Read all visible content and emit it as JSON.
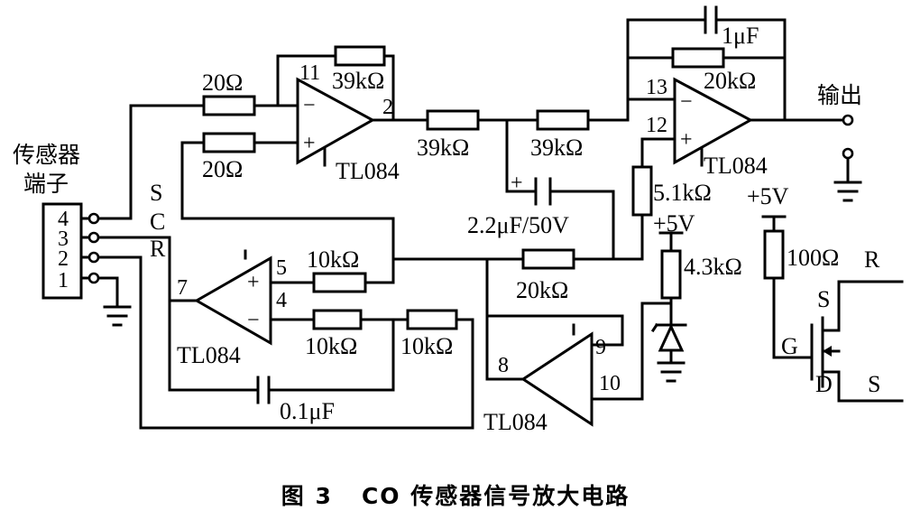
{
  "caption": "图 3   CO 传感器信号放大电路",
  "labels": {
    "sensor_terminal_line1": "传感器",
    "sensor_terminal_line2": "端子",
    "terminal_pins": [
      "4",
      "3",
      "2",
      "1"
    ],
    "terminal_signals": [
      "S",
      "C",
      "R"
    ],
    "output": "输出",
    "opamp": "TL084",
    "r_20_top": "20Ω",
    "r_20_bottom": "20Ω",
    "r_39k_fb": "39kΩ",
    "r_39k_a": "39kΩ",
    "r_39k_b": "39kΩ",
    "r_20k_fb": "20kΩ",
    "c_1u": "1μF",
    "c_2u2": "2.2μF/50V",
    "r_5k1": "5.1kΩ",
    "vcc_a": "+5V",
    "vcc_b": "+5V",
    "r_100": "100Ω",
    "r_4k3": "4.3kΩ",
    "r_10k_a": "10kΩ",
    "r_10k_b": "10kΩ",
    "r_10k_c": "10kΩ",
    "c_0u1": "0.1μF",
    "r_20k_mid": "20kΩ",
    "fet_R": "R",
    "fet_S_top": "S",
    "fet_G": "G",
    "fet_D": "D",
    "fet_S_bottom": "S",
    "pins": {
      "p11": "11",
      "p2": "2",
      "p13": "13",
      "p12": "12",
      "p7": "7",
      "p5": "5",
      "p4": "4",
      "p8": "8",
      "p9": "9",
      "p10": "10"
    },
    "minus": "−",
    "plus": "+"
  }
}
